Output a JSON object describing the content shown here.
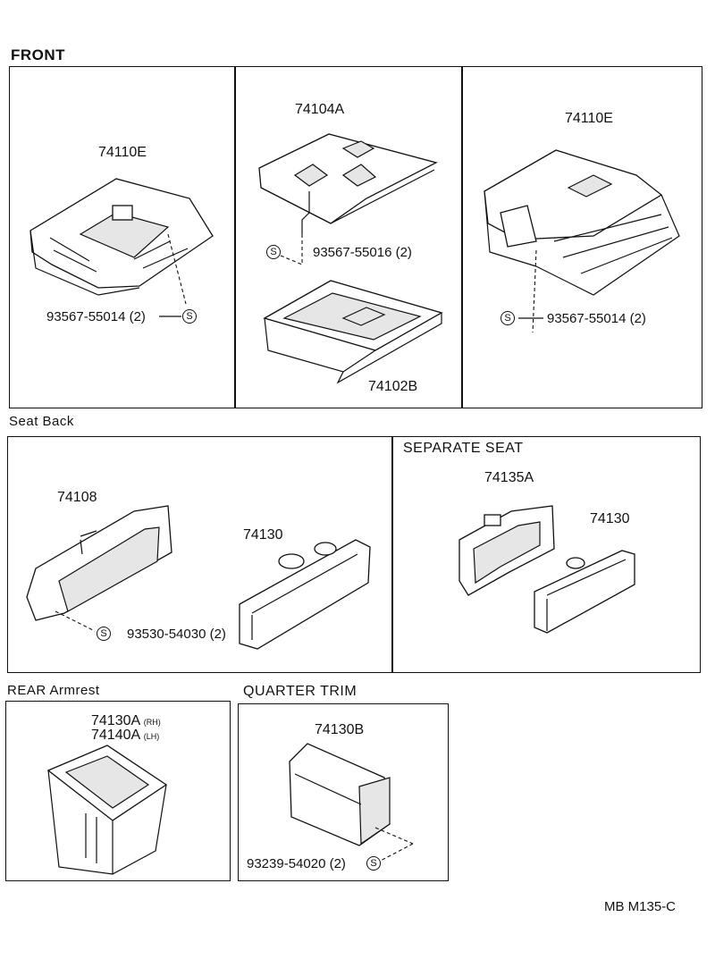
{
  "sections": {
    "front": "FRONT",
    "seat_back": "Seat Back",
    "separate_seat": "SEPARATE SEAT",
    "rear_armrest": "REAR Armrest",
    "quarter_trim": "QUARTER  TRIM"
  },
  "screw_symbol": "S",
  "parts": {
    "front_left_tray": "74110E",
    "front_left_screw": "93567-55014 (2)",
    "front_mid_upper": "74104A",
    "front_mid_screw": "93567-55016 (2)",
    "front_mid_lower": "74102B",
    "front_right_tray": "74110E",
    "front_right_screw": "93567-55014 (2)",
    "seatback_left": "74108",
    "seatback_screw": "93530-54030 (2)",
    "seatback_right": "74130",
    "separate_left": "74135A",
    "separate_right": "74130",
    "rear_rh": "74130A",
    "rear_rh_tag": "(RH)",
    "rear_lh": "74140A",
    "rear_lh_tag": "(LH)",
    "quarter_part": "74130B",
    "quarter_screw": "93239-54020 (2)"
  },
  "footer_code": "MB  M135-C"
}
